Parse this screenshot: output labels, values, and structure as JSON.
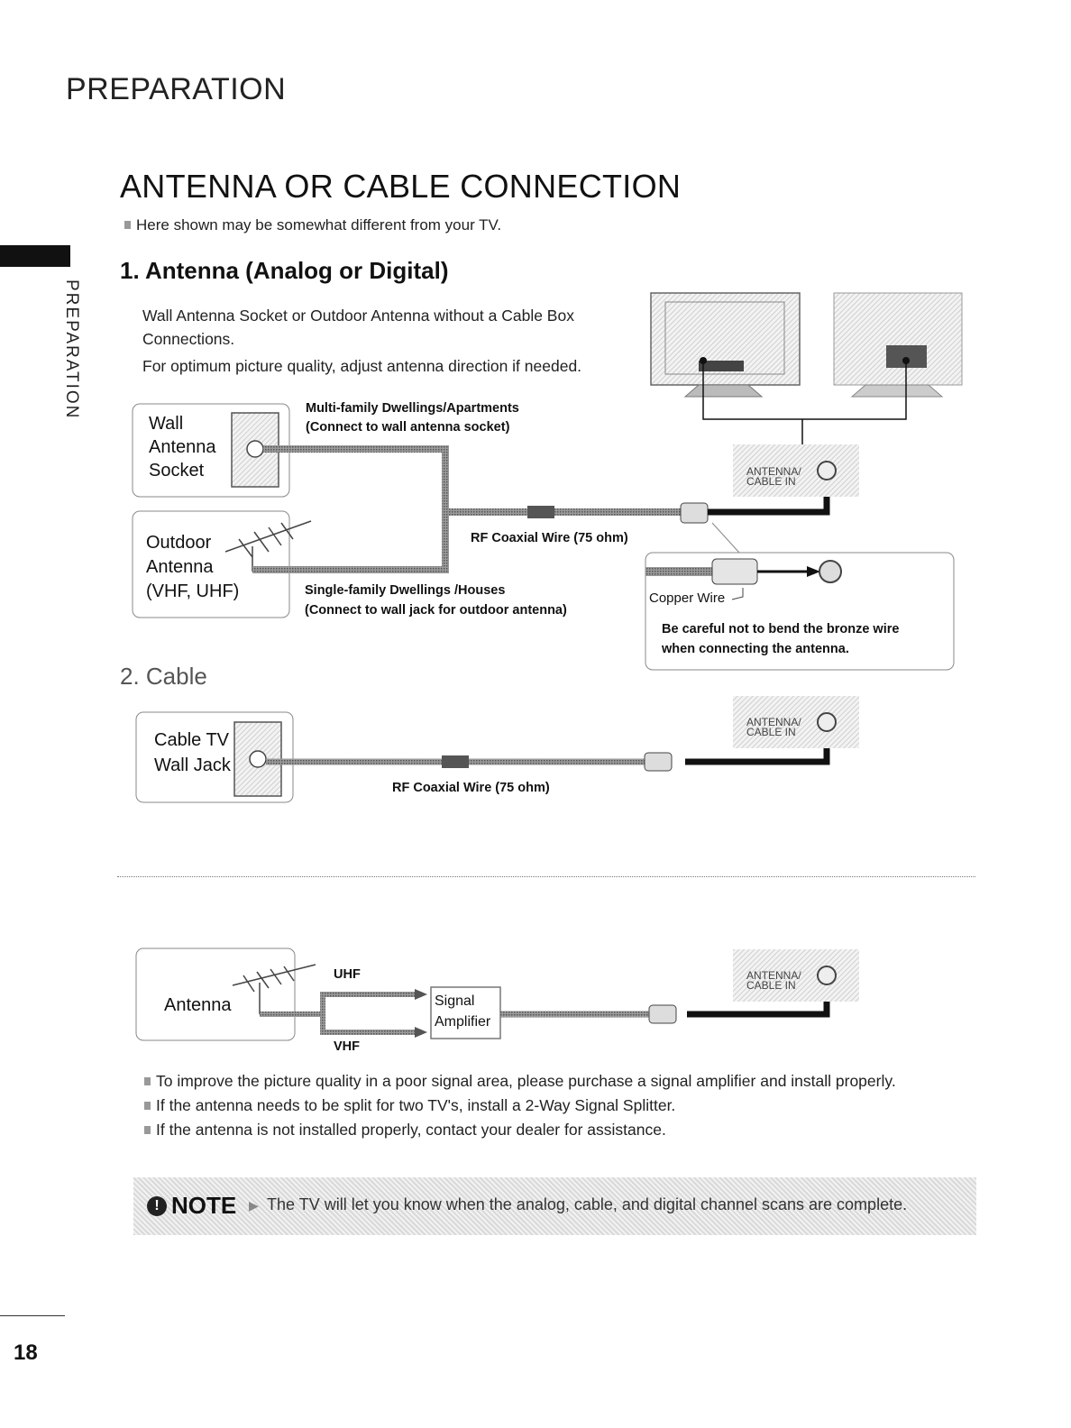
{
  "header": {
    "section": "PREPARATION",
    "side_tab": "PREPARATION",
    "page_number": "18"
  },
  "main": {
    "title": "ANTENNA OR CABLE CONNECTION",
    "subtitle": "Here shown may be somewhat different from your TV.",
    "antenna_heading": "1. Antenna (Analog or Digital)",
    "antenna_desc": [
      "Wall Antenna Socket or Outdoor Antenna without a Cable Box Connections.",
      "For optimum picture quality, adjust antenna direction if needed."
    ],
    "cable_heading": "2. Cable"
  },
  "diagram1": {
    "wall_box": [
      "Wall",
      "Antenna",
      "Socket"
    ],
    "outdoor_box": [
      "Outdoor",
      "Antenna",
      "(VHF, UHF)"
    ],
    "multi_family": [
      "Multi-family Dwellings/Apartments",
      "(Connect to wall antenna socket)"
    ],
    "single_family": [
      "Single-family Dwellings /Houses",
      "(Connect to wall jack for outdoor antenna)"
    ],
    "rf_wire": "RF Coaxial Wire (75 ohm)",
    "port_label": [
      "ANTENNA/",
      "CABLE IN"
    ],
    "copper_wire": "Copper Wire",
    "caution": [
      "Be careful not to bend the bronze wire",
      "when connecting the antenna."
    ]
  },
  "diagram2": {
    "cable_box": [
      "Cable TV",
      "Wall Jack"
    ],
    "rf_wire": "RF Coaxial Wire (75 ohm)",
    "port_label": [
      "ANTENNA/",
      "CABLE IN"
    ]
  },
  "diagram3": {
    "antenna": "Antenna",
    "uhf": "UHF",
    "vhf": "VHF",
    "amplifier": [
      "Signal",
      "Amplifier"
    ],
    "port_label": [
      "ANTENNA/",
      "CABLE IN"
    ]
  },
  "bullets": [
    "To improve the picture quality in a poor signal area, please purchase a signal amplifier and install properly.",
    "If the antenna needs to be split for two TV's, install a 2-Way Signal Splitter.",
    "If the antenna is not installed properly, contact your dealer for assistance."
  ],
  "note": {
    "icon": "!",
    "label": "NOTE",
    "text": "The TV will let you know when the analog, cable, and digital channel scans are complete."
  }
}
